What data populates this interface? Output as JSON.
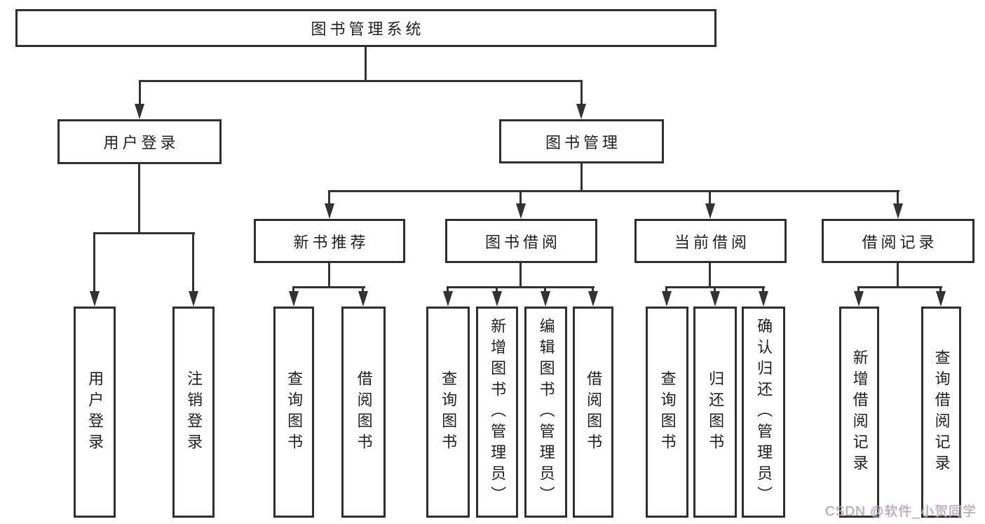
{
  "diagram_title": "图书管理系统",
  "nodes": {
    "root": "图书管理系统",
    "user_login": "用户登录",
    "book_mgmt": "图书管理",
    "new_book_rec": "新书推荐",
    "book_borrow": "图书借阅",
    "current_borrow": "当前借阅",
    "borrow_records": "借阅记录",
    "leaf_user_login": "用户登录",
    "leaf_logout": "注销登录",
    "leaf_nb_query": "查询图书",
    "leaf_nb_borrow": "借阅图书",
    "leaf_bb_query": "查询图书",
    "leaf_bb_add": "新增图书（管理员）",
    "leaf_bb_edit": "编辑图书（管理员）",
    "leaf_bb_borrow": "借阅图书",
    "leaf_cb_query": "查询图书",
    "leaf_cb_return": "归还图书",
    "leaf_cb_confirm": "确认归还（管理员）",
    "leaf_br_add": "新增借阅记录",
    "leaf_br_query": "查询借阅记录"
  },
  "watermark": "CSDN @软件_小贺同学",
  "colors": {
    "line": "#333333",
    "box_border": "#2f2f2f",
    "text": "#1f1f1f",
    "background": "#ffffff",
    "watermark": "#b0b0b0"
  }
}
